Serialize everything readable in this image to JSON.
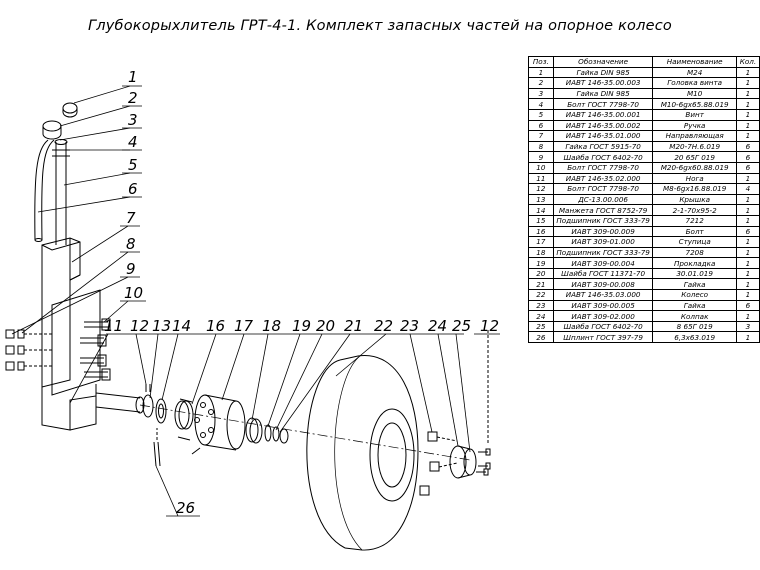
{
  "title": "Глубокорыхлитель ГРТ-4-1. Комплект запасных частей на опорное колесо",
  "table": {
    "headers": [
      "Поз.",
      "Обозначение",
      "Наименование",
      "Кол."
    ],
    "rows": [
      [
        "1",
        "Гайка DIN 985",
        "М24",
        "1"
      ],
      [
        "2",
        "ИАВТ 146-35.00.003",
        "Головка винта",
        "1"
      ],
      [
        "3",
        "Гайка DIN 985",
        "М10",
        "1"
      ],
      [
        "4",
        "Болт ГОСТ 7798-70",
        "М10-6gх65.88.019",
        "1"
      ],
      [
        "5",
        "ИАВТ 146-35.00.001",
        "Винт",
        "1"
      ],
      [
        "6",
        "ИАВТ 146-35.00.002",
        "Ручка",
        "1"
      ],
      [
        "7",
        "ИАВТ 146-35.01.000",
        "Направляющая",
        "1"
      ],
      [
        "8",
        "Гайка ГОСТ 5915-70",
        "М20-7Н.6.019",
        "6"
      ],
      [
        "9",
        "Шайба ГОСТ 6402-70",
        "20 65Г 019",
        "6"
      ],
      [
        "10",
        "Болт ГОСТ 7798-70",
        "М20-6gх60.88.019",
        "6"
      ],
      [
        "11",
        "ИАВТ 146-35.02.000",
        "Нога",
        "1"
      ],
      [
        "12",
        "Болт ГОСТ 7798-70",
        "М8-6gх16.88.019",
        "4"
      ],
      [
        "13",
        "ДС-13.00.006",
        "Крышка",
        "1"
      ],
      [
        "14",
        "Манжета ГОСТ 8752-79",
        "2-1-70х95-2",
        "1"
      ],
      [
        "15",
        "Подшипник ГОСТ 333-79",
        "7212",
        "1"
      ],
      [
        "16",
        "ИАВТ 309-00.009",
        "Болт",
        "6"
      ],
      [
        "17",
        "ИАВТ 309-01.000",
        "Ступица",
        "1"
      ],
      [
        "18",
        "Подшипник ГОСТ 333-79",
        "7208",
        "1"
      ],
      [
        "19",
        "ИАВТ 309-00.004",
        "Прокладка",
        "1"
      ],
      [
        "20",
        "Шайба ГОСТ 11371-70",
        "30.01.019",
        "1"
      ],
      [
        "21",
        "ИАВТ 309-00.008",
        "Гайка",
        "1"
      ],
      [
        "22",
        "ИАВТ 146-35.03.000",
        "Колесо",
        "1"
      ],
      [
        "23",
        "ИАВТ 309-00.005",
        "Гайка",
        "6"
      ],
      [
        "24",
        "ИАВТ 309-02.000",
        "Колпак",
        "1"
      ],
      [
        "25",
        "Шайба ГОСТ 6402-70",
        "8 65Г 019",
        "3"
      ],
      [
        "26",
        "Шплинт ГОСТ 397-79",
        "6,3х63.019",
        "1"
      ]
    ]
  },
  "callouts": [
    "1",
    "2",
    "3",
    "4",
    "5",
    "6",
    "7",
    "8",
    "9",
    "10",
    "11",
    "12",
    "13",
    "14",
    "16",
    "17",
    "18",
    "19",
    "20",
    "21",
    "22",
    "23",
    "24",
    "25",
    "12",
    "26"
  ]
}
